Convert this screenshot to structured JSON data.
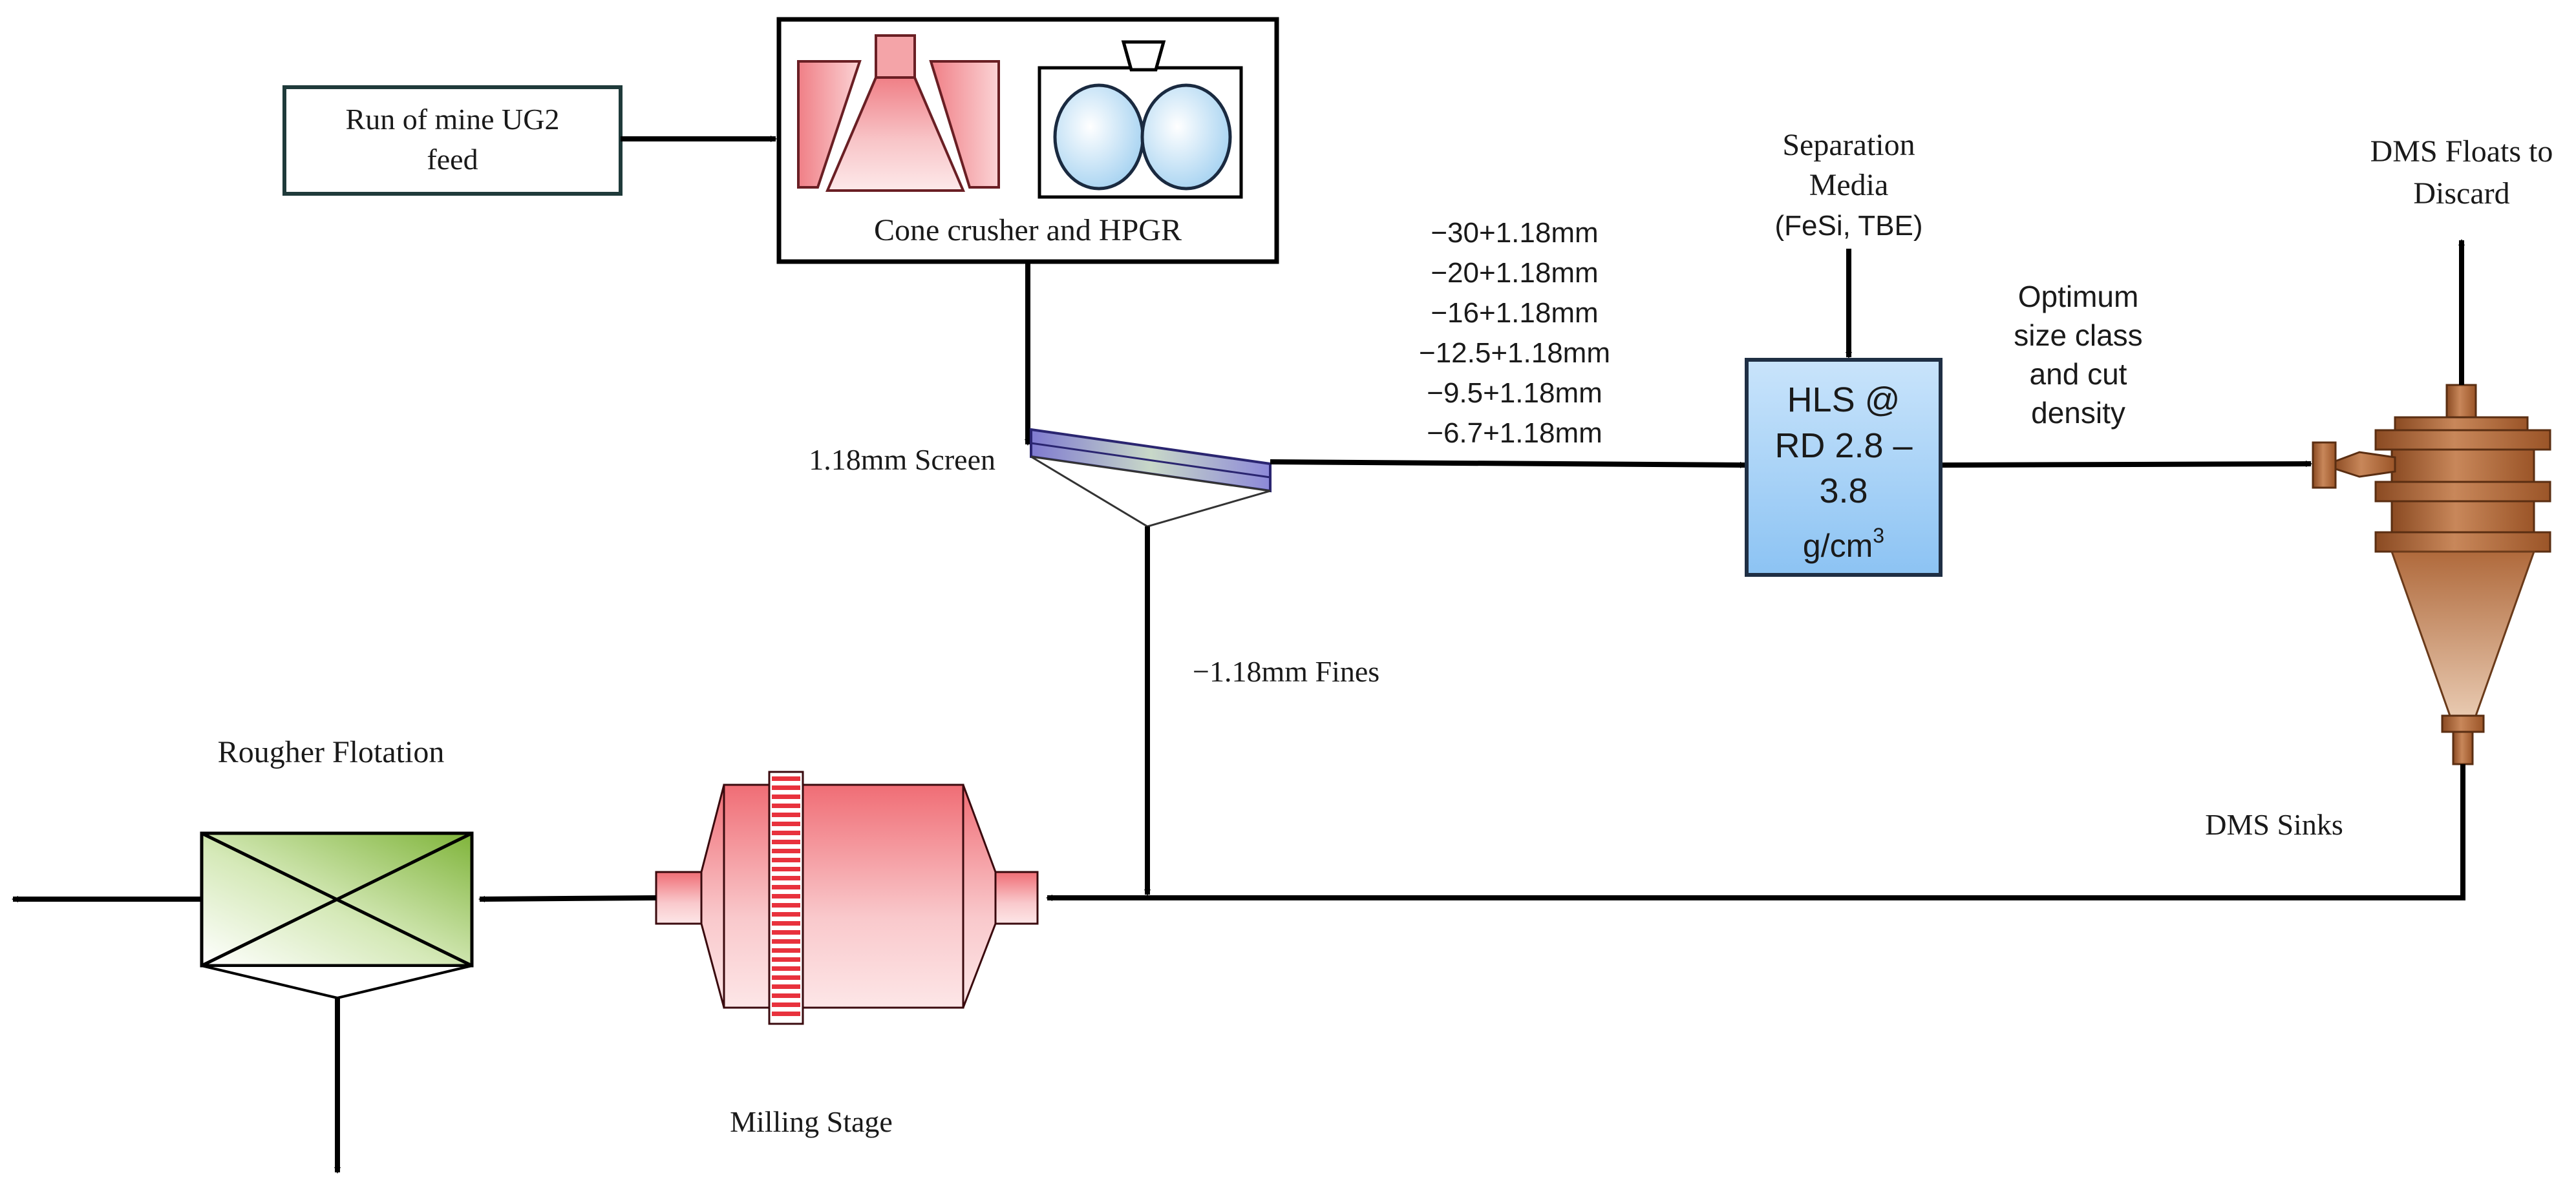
{
  "nodes": {
    "feed": {
      "label_lines": [
        "Run of mine UG2",
        "feed"
      ]
    },
    "crusher": {
      "label": "Cone crusher  and HPGR"
    },
    "screen": {
      "label": "1.18mm Screen"
    },
    "size_fractions": {
      "lines": [
        "−30+1.18mm",
        "−20+1.18mm",
        "−16+1.18mm",
        "−12.5+1.18mm",
        "−9.5+1.18mm",
        "−6.7+1.18mm"
      ]
    },
    "separation_media": {
      "label_lines": [
        "Separation",
        "Media",
        "(FeSi, TBE)"
      ]
    },
    "hls": {
      "label_lines": [
        "HLS @",
        "RD 2.8 –",
        "3.8"
      ],
      "unit": "g/cm",
      "unit_superscript": "3",
      "fill_color": "#a9d4f7"
    },
    "optimum": {
      "label_lines": [
        "Optimum",
        "size class",
        "and cut",
        "density"
      ]
    },
    "dms_floats": {
      "label_lines": [
        "DMS Floats to",
        "Discard"
      ]
    },
    "dms_sinks": {
      "label": "DMS Sinks"
    },
    "fines": {
      "label": "−1.18mm Fines"
    },
    "rougher": {
      "label": "Rougher Flotation",
      "fill_color": "#8fbf4d"
    },
    "milling": {
      "label": "Milling Stage",
      "fill_color": "#f28a8f"
    }
  },
  "colors": {
    "crusher_pink": "#f4a4a8",
    "hpgr_blue": "#bfe2f7",
    "cyclone_copper": "#b86a3a",
    "screen_violet": "#8b86d6"
  }
}
